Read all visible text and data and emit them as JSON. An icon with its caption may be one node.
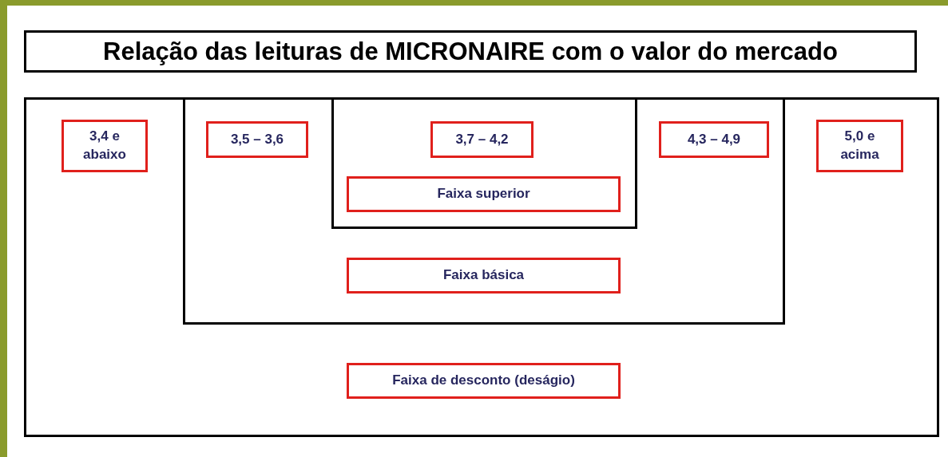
{
  "diagram": {
    "nodes": [
      {
        "text": [
          "Relação das leituras de MICRONAIRE com o valor do mercado"
        ]
      },
      {
        "text": [],
        "shape": "box"
      },
      {
        "text": [
          "3,4 e abaixo"
        ],
        "in": 1
      },
      {
        "text": [],
        "shape": "box",
        "in": 1
      },
      {
        "text": [
          "3,5 – 3,6"
        ],
        "in": 3
      },
      {
        "text": [],
        "shape": "box",
        "in": 3
      },
      {
        "text": [
          "3,7 – 4,2"
        ],
        "in": 5
      },
      {
        "text": [
          "4,3 – 4,9"
        ],
        "in": 3
      },
      {
        "text": [
          "5,0 e acima"
        ],
        "in": 1
      },
      {
        "text": [
          "Faixa superior"
        ],
        "in": 5
      },
      {
        "text": [
          "Faixa básica"
        ],
        "in": 3
      },
      {
        "text": [
          "Faixa de desconto (deságio)"
        ],
        "in": 1
      }
    ]
  }
}
